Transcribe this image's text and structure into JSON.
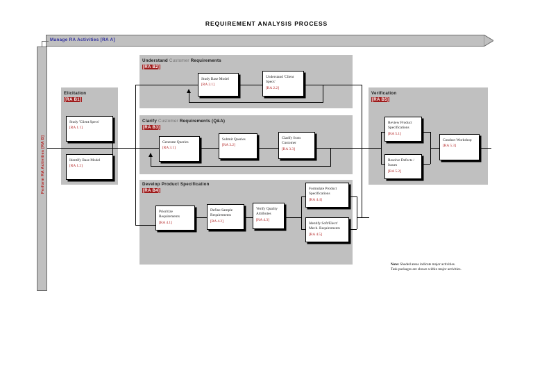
{
  "title": "REQUIREMENT ANALYSIS PROCESS",
  "banner": {
    "label": "Manage RA Activities [RA A]"
  },
  "vertical_bar": {
    "label": "Perform RA Activities [RA B]"
  },
  "regions": [
    {
      "id": "elicitation",
      "head_bold_1": "Elicitation",
      "head_gray": "",
      "head_bold_2": "",
      "code": "[RA B1]"
    },
    {
      "id": "understand",
      "head_bold_1": "Understand",
      "head_gray": "Customer",
      "head_bold_2": "Requirements",
      "code": "[RA B2]"
    },
    {
      "id": "clarify",
      "head_bold_1": "Clarify",
      "head_gray": "Customer",
      "head_bold_2": "Requirements (Q&A)",
      "code": "[RA B3]"
    },
    {
      "id": "develop",
      "head_bold_1": "Develop  Product Specification",
      "head_gray": "",
      "head_bold_2": "",
      "code": "[RA B4]"
    },
    {
      "id": "verification",
      "head_bold_1": "Verification",
      "head_gray": "",
      "head_bold_2": "",
      "code": "[RA B5]"
    }
  ],
  "tasks": {
    "t1_1": {
      "name": "Study 'Client Specs'",
      "code": "[RA 1.1]"
    },
    "t1_2": {
      "name": "Identify Base Model",
      "code": "[RA 1.2]"
    },
    "t2_1": {
      "name": "Study Base Model",
      "code": "[RA 2.1]"
    },
    "t2_2": {
      "name": "Understand 'Client Specs'",
      "code": "[RA 2.2]"
    },
    "t3_1": {
      "name": "Generate Queries",
      "code": "[RA 3.1]"
    },
    "t3_2": {
      "name": "Submit Queries",
      "code": "[RA 3.2]"
    },
    "t3_3": {
      "name": "Clarify from Customer",
      "code": "[RA 3.3]"
    },
    "t4_1": {
      "name": "Prioritize Requirements",
      "code": "[RA 4.1]"
    },
    "t4_2": {
      "name": "Define Sample Requirements",
      "code": "[RA 4.2]"
    },
    "t4_3": {
      "name": "Verify Quality Attributes",
      "code": "[RA 4.3]"
    },
    "t4_4": {
      "name": "Formulate Product Specifications",
      "code": "[RA 4.4]"
    },
    "t4_5": {
      "name": "Identify Soft/Elect/ Mech. Requirements",
      "code": "[RA 4.5]"
    },
    "t5_1": {
      "name": "Review Product Specifications",
      "code": "[RA 5.1]"
    },
    "t5_2": {
      "name": "Resolve Defects / Issues",
      "code": "[RA 5.2]"
    },
    "t5_3": {
      "name": "Conduct Workshop",
      "code": "[RA 5.3]"
    }
  },
  "note": {
    "label": "Note:",
    "line1": "Shaded areas indicate major activities.",
    "line2": "Task packages are shown within major activities."
  },
  "colors": {
    "shade": "#c0c0c0",
    "code_badge": "#9e1b1b",
    "task_code": "#b01c1c",
    "banner_text": "#2b2b9e",
    "vbar_text": "#b42020"
  }
}
